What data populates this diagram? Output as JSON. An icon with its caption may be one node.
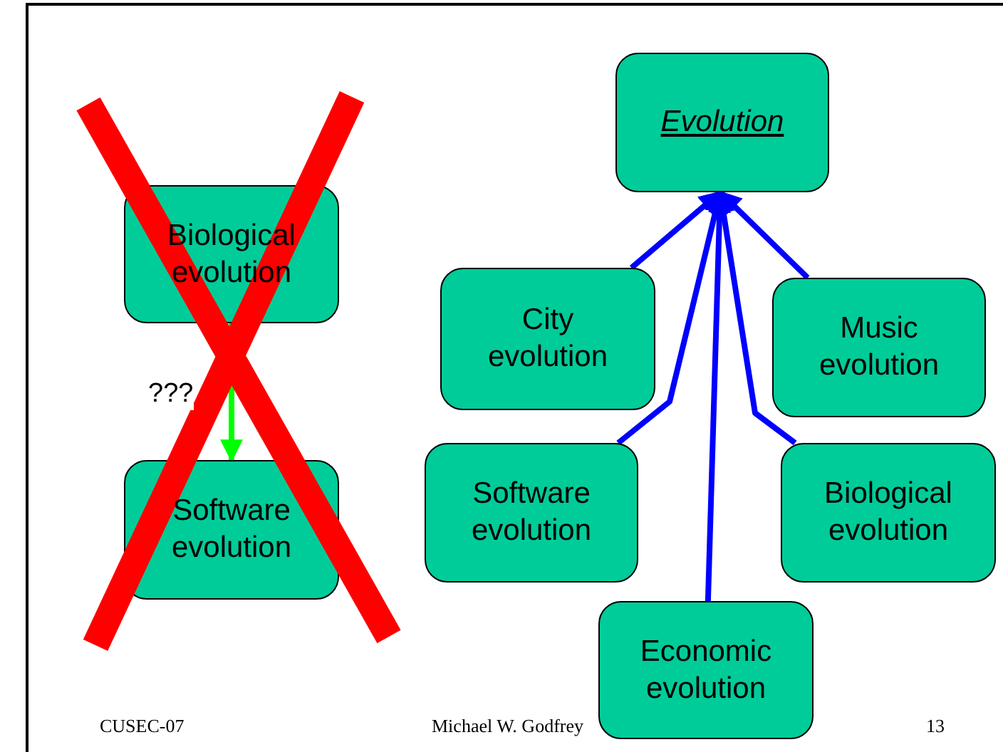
{
  "diagram": {
    "nodes": [
      {
        "text": [
          "Evolution"
        ]
      },
      {
        "text": [
          "Biological evolution"
        ]
      },
      {
        "text": [
          "City evolution"
        ]
      },
      {
        "text": [
          "Music evolution"
        ]
      },
      {
        "text": [
          "Software evolution"
        ]
      },
      {
        "text": [
          "Biological evolution"
        ]
      },
      {
        "text": [
          "Software evolution"
        ]
      },
      {
        "text": [
          "Economic evolution"
        ]
      }
    ],
    "edges": [
      {
        "from": 1,
        "to": 6,
        "arrow": "to",
        "label": "???",
        "color": "#00ff00"
      },
      {
        "from": 2,
        "to": 0,
        "arrow": "to"
      },
      {
        "from": 4,
        "to": 0,
        "arrow": "to"
      },
      {
        "from": 7,
        "to": 0,
        "arrow": "to"
      },
      {
        "from": 3,
        "to": 0,
        "arrow": "to"
      },
      {
        "from": 5,
        "to": 0,
        "arrow": "to"
      }
    ],
    "labels": [
      "CUSEC-07",
      "Michael W. Godfrey",
      "13"
    ]
  }
}
